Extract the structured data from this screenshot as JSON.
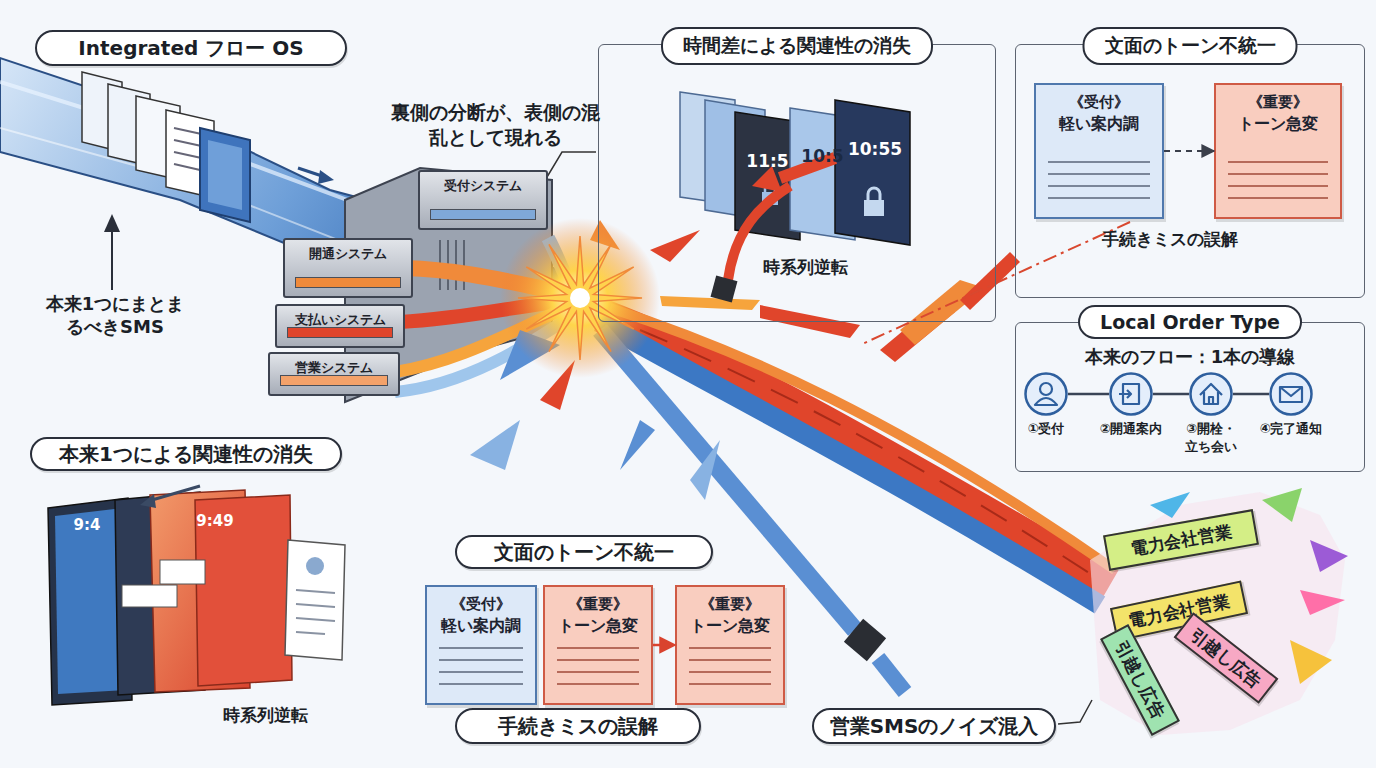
{
  "diagram": {
    "nodes": [
      {
        "text": [
          "Integrated フロー OS"
        ]
      },
      {
        "text": [
          "受付システム"
        ]
      },
      {
        "text": [
          "開通システム"
        ]
      },
      {
        "text": [
          "支払いシステム"
        ]
      },
      {
        "text": [
          "営業システム"
        ]
      },
      {
        "text": [
          "時間差による関連性の消失"
        ]
      },
      {
        "text": [
          "文面のトーン不統一"
        ]
      },
      {
        "text": [
          "《受付》",
          "軽い案内調"
        ],
        "in": 6
      },
      {
        "text": [
          "《重要》",
          "トーン急変"
        ],
        "in": 6
      },
      {
        "text": [
          "Local Order Type",
          "本来のフロー：1本の導線"
        ]
      },
      {
        "text": [
          "①受付"
        ],
        "in": 9
      },
      {
        "text": [
          "②開通案内"
        ],
        "in": 9
      },
      {
        "text": [
          "③開栓・立ち会い"
        ],
        "in": 9
      },
      {
        "text": [
          "④完了通知"
        ],
        "in": 9
      },
      {
        "text": [
          "本来1つによる関連性の消失"
        ]
      },
      {
        "text": [
          "文面のトーン不統一"
        ]
      },
      {
        "text": [
          "《受付》",
          "軽い案内調"
        ]
      },
      {
        "text": [
          "《重要》",
          "トーン急変"
        ]
      },
      {
        "text": [
          "《重要》",
          "トーン急変"
        ]
      },
      {
        "text": [
          "手続きミスの誤解"
        ]
      },
      {
        "text": [
          "営業SMSのノイズ混入"
        ]
      },
      {
        "text": [
          "電力会社営業"
        ]
      },
      {
        "text": [
          "電力会社営業"
        ]
      },
      {
        "text": [
          "引越し広告"
        ]
      },
      {
        "text": [
          "引越し広告"
        ]
      }
    ],
    "edges": [
      {
        "from": 7,
        "to": 8,
        "arrow": "to"
      },
      {
        "from": 10,
        "to": 11,
        "arrow": "none"
      },
      {
        "from": 11,
        "to": 12,
        "arrow": "none"
      },
      {
        "from": 12,
        "to": 13,
        "arrow": "none"
      },
      {
        "from": 17,
        "to": 18,
        "arrow": "to"
      }
    ],
    "labels": [
      "裏側の分断が、表側の混乱として現れる",
      "本来1つにまとまるべきSMS",
      "11:5",
      "10:5",
      "10:55",
      "時系列逆転",
      "手続きミスの誤解",
      "9:4",
      "9:49",
      "時系列逆転"
    ]
  }
}
